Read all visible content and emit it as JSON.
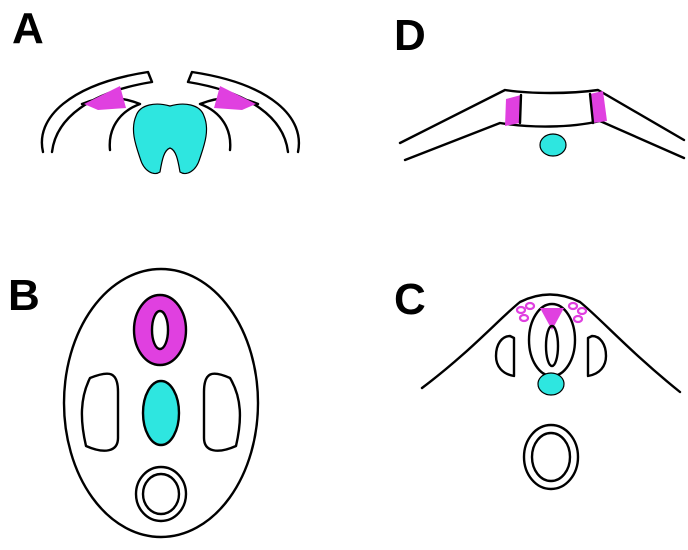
{
  "panels": [
    {
      "id": "A",
      "label": "A"
    },
    {
      "id": "B",
      "label": "B"
    },
    {
      "id": "C",
      "label": "C"
    },
    {
      "id": "D",
      "label": "D"
    }
  ],
  "colors": {
    "magenta": "#e040e0",
    "cyan": "#2ee6e0",
    "line": "#000000",
    "background": "#ffffff"
  }
}
